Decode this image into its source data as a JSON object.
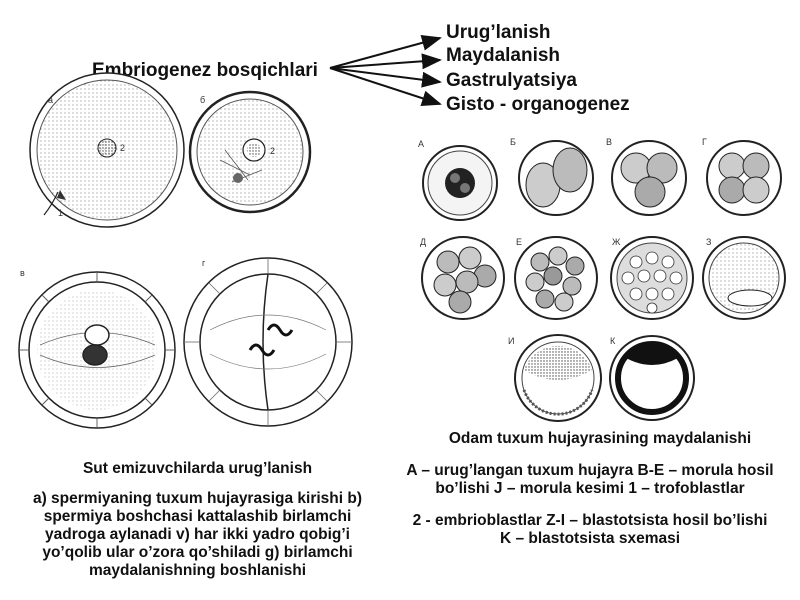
{
  "header": {
    "title": "Embriogenez bosqichlari",
    "stages": [
      "Urug’lanish",
      "Maydalanish",
      "Gastrulyatsiya",
      "Gisto - organogenez"
    ]
  },
  "left_panel": {
    "figure_labels": [
      "а",
      "б",
      "в",
      "г"
    ],
    "part_labels": [
      "2",
      "2",
      "1"
    ],
    "caption_title": "Sut emizuvchilarda urug’lanish",
    "caption_lines": [
      "a) spermiyaning tuxum hujayrasiga kirishi b)",
      "spermiya boshchasi kattalashib birlamchi",
      "yadroga aylanadi v) har ikki yadro qobig’i",
      "yo’qolib ular o’zora qo’shiladi g) birlamchi",
      "maydalanishning boshlanishi"
    ]
  },
  "right_panel": {
    "figure_labels": [
      "А",
      "Б",
      "В",
      "Г",
      "Д",
      "Е",
      "Ж",
      "З",
      "И",
      "К"
    ],
    "caption_title": "Odam tuxum hujayrasining maydalanishi",
    "caption_lines": [
      "A – urug’langan tuxum hujayra B-E – morula hosil",
      "bo’lishi J – morula kesimi 1 – trofoblastlar",
      "2 - embrioblastlar Z-I – blastotsista hosil bo’lishi",
      "K – blastotsista sxemasi"
    ]
  }
}
